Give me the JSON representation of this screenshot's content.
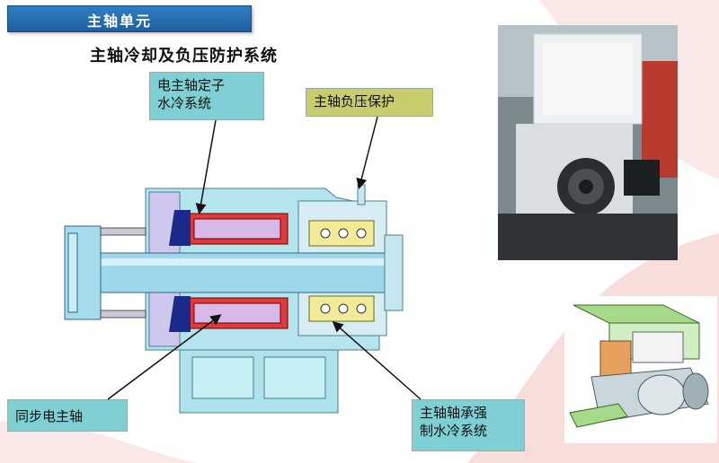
{
  "section": {
    "title": "主轴单元"
  },
  "page_title": "主轴冷却及负压防护系统",
  "callouts": {
    "stator_cooling": {
      "line1": "电主轴定子",
      "line2": "水冷系统"
    },
    "negative_pressure": {
      "label": "主轴负压保护"
    },
    "synchronous_spindle": {
      "label": "同步电主轴"
    },
    "bearing_cooling": {
      "line1": "主轴轴承强",
      "line2": "制水冷系统"
    }
  },
  "colors": {
    "tab_blue": "#2377bd",
    "callout_teal": "#7fd0d4",
    "callout_olive": "#c8cc6c",
    "background_pink": "#f3c8c8"
  }
}
